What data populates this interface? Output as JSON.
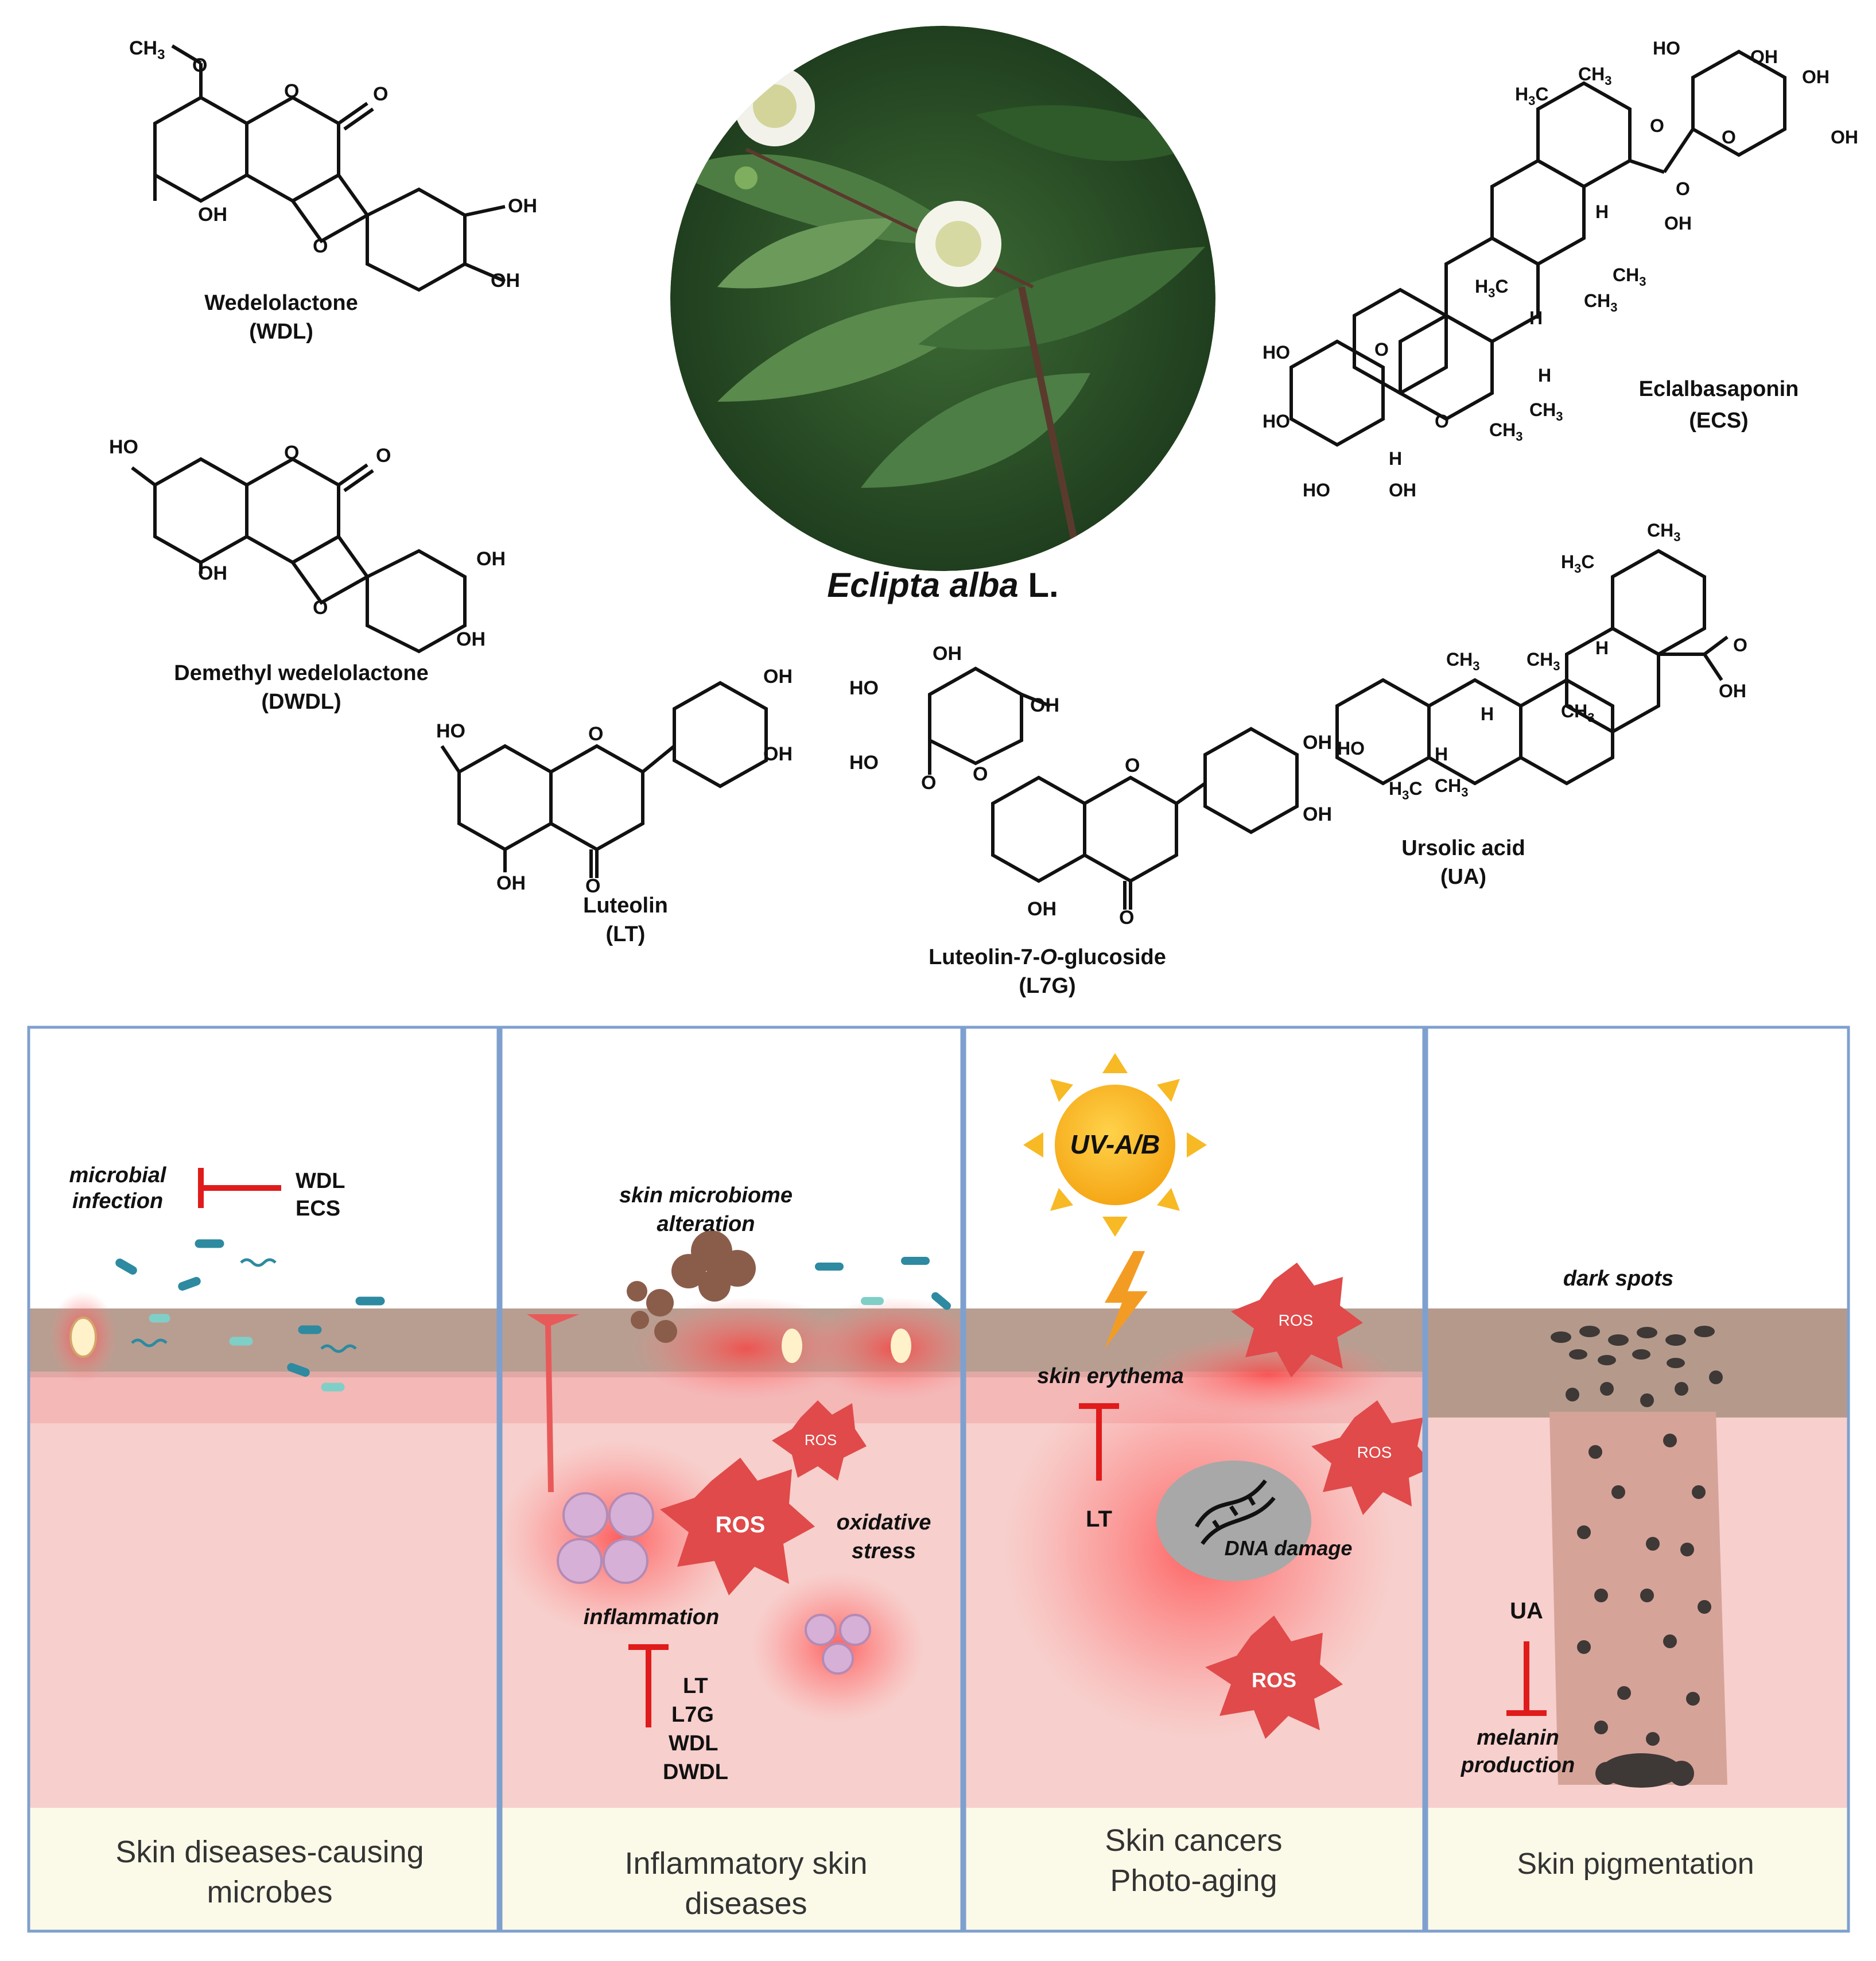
{
  "plant": {
    "name_italic": "Eclipta alba",
    "name_suffix": " L."
  },
  "compounds": [
    {
      "name": "Wedelolactone",
      "abbr": "(WDL)"
    },
    {
      "name": "Demethyl wedelolactone",
      "abbr": "(DWDL)"
    },
    {
      "name": "Luteolin",
      "abbr": "(LT)"
    },
    {
      "name_pre": "Luteolin-7-",
      "name_o": "O",
      "name_post": "-glucoside",
      "abbr": "(L7G)"
    },
    {
      "name": "Eclalbasaponin",
      "abbr": "(ECS)"
    },
    {
      "name": "Ursolic acid",
      "abbr": "(UA)"
    }
  ],
  "structure_labels": {
    "ch3": "CH",
    "sub3": "3",
    "oh": "OH",
    "ho": "HO",
    "o": "O",
    "h": "H",
    "h3c": "H",
    "c": "C"
  },
  "panels": [
    {
      "caption": [
        "Skin diseases-causing",
        "microbes"
      ],
      "process": [
        "microbial",
        "infection"
      ],
      "inhibitors": [
        "WDL",
        "ECS"
      ]
    },
    {
      "caption": [
        "Inflammatory skin",
        "diseases"
      ],
      "microbiome": [
        "skin microbiome",
        "alteration"
      ],
      "ros_small": "ROS",
      "ros_big": "ROS",
      "oxidative": [
        "oxidative",
        "stress"
      ],
      "process": "inflammation",
      "inhibitors": [
        "LT",
        "L7G",
        "WDL",
        "DWDL"
      ]
    },
    {
      "caption": [
        "Skin cancers",
        "Photo-aging"
      ],
      "sun": "UV-A/B",
      "erythema": "skin erythema",
      "inhibitor": "LT",
      "dna": "DNA damage",
      "ros": [
        "ROS",
        "ROS",
        "ROS"
      ]
    },
    {
      "caption": [
        "Skin pigmentation"
      ],
      "spots": "dark spots",
      "inhibitor": "UA",
      "process": [
        "melanin",
        "production"
      ]
    }
  ],
  "colors": {
    "inhibit_red": "#e01b1b",
    "panel_border": "#7ea0cf",
    "ros_red": "#e04a4a",
    "sun_yellow": "#f7b924",
    "epidermis": "#b59a8c",
    "dermis": "#f7c9c6",
    "hypodermis": "#fbf8e6"
  }
}
